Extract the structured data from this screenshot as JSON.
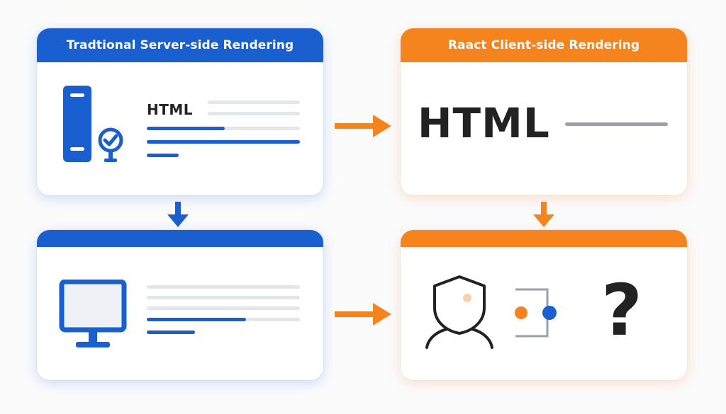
{
  "cards": {
    "traditional_server": {
      "header": "Tradtional Server-side Rendering",
      "html_label": "HTML"
    },
    "traditional_client": {
      "header": ""
    },
    "react_server": {
      "header": "Raact Client-side Rendering",
      "html_label": "HTML"
    },
    "react_client": {
      "header": "",
      "question_mark": "?"
    }
  },
  "icons": {
    "server": "server-icon",
    "checkmark": "checkmark-badge-icon",
    "monitor": "monitor-icon",
    "user": "user-shield-icon",
    "connector": "js-connector-icon"
  },
  "colors": {
    "blue": "#1a5fd0",
    "orange": "#f5841f",
    "grey_line": "#e3e6ea",
    "text_dark": "#222222"
  }
}
